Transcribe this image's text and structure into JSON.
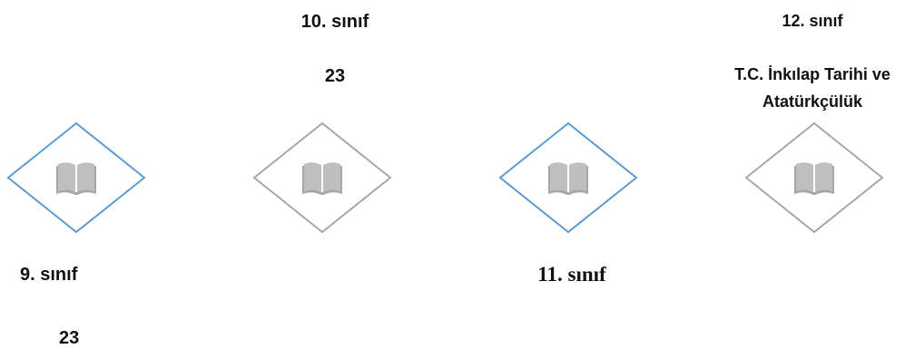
{
  "items": [
    {
      "grade": "9. sınıf",
      "detail": "23",
      "border_color": "#5b9bd5",
      "icon": "open-book-icon"
    },
    {
      "grade": "10. sınıf",
      "detail": "23",
      "border_color": "#a6a6a6",
      "icon": "open-book-icon"
    },
    {
      "grade": "11. sınıf",
      "detail": "",
      "border_color": "#5b9bd5",
      "icon": "open-book-icon"
    },
    {
      "grade": "12. sınıf",
      "detail_line1": "T.C. İnkılap Tarihi ve",
      "detail_line2": "Atatürkçülük",
      "border_color": "#a6a6a6",
      "icon": "open-book-icon"
    }
  ],
  "colors": {
    "blue_outline": "#5b9bd5",
    "gray_outline": "#a6a6a6",
    "icon_fill": "#bfbfbf",
    "text": "#111111"
  }
}
